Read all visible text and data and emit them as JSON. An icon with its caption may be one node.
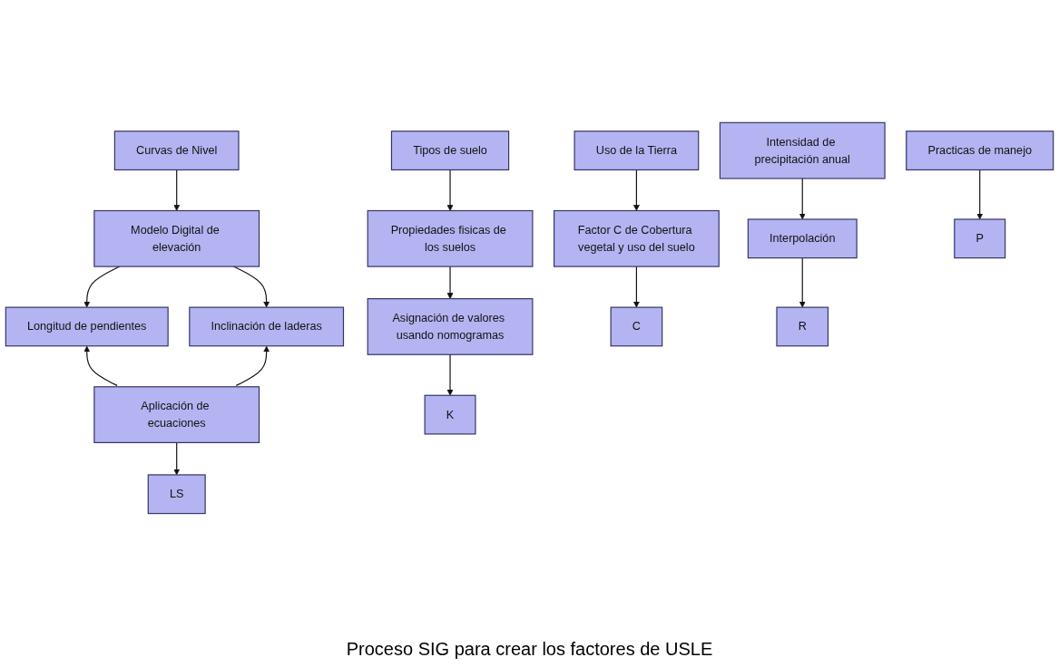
{
  "diagram": {
    "caption": "Proceso SIG para crear los factores de USLE",
    "nodes": [
      {
        "text": [
          "Curvas de Nivel"
        ]
      },
      {
        "text": [
          "Tipos de suelo"
        ]
      },
      {
        "text": [
          "Uso de la Tierra"
        ]
      },
      {
        "text": [
          "Intensidad de precipitación anual"
        ]
      },
      {
        "text": [
          "Practicas de manejo"
        ]
      },
      {
        "text": [
          "Modelo Digital de elevación"
        ]
      },
      {
        "text": [
          "Propiedades fisicas de los suelos"
        ]
      },
      {
        "text": [
          "Longitud de pendientes"
        ]
      },
      {
        "text": [
          "Inclinación de laderas"
        ]
      },
      {
        "text": [
          "Factor C de Cobertura vegetal y uso del suelo"
        ]
      },
      {
        "text": [
          "Interpolación"
        ]
      },
      {
        "text": [
          "Aplicación de ecuaciones"
        ]
      },
      {
        "text": [
          "Asignación de valores usando nomogramas"
        ]
      },
      {
        "text": [
          "LS"
        ]
      },
      {
        "text": [
          "K"
        ]
      },
      {
        "text": [
          "C"
        ]
      },
      {
        "text": [
          "R"
        ]
      },
      {
        "text": [
          "P"
        ]
      }
    ],
    "edges": [
      {
        "from": 0,
        "to": 5,
        "arrow": "to"
      },
      {
        "from": 1,
        "to": 6,
        "arrow": "to"
      },
      {
        "from": 5,
        "to": 7,
        "arrow": "to"
      },
      {
        "from": 5,
        "to": 8,
        "arrow": "to"
      },
      {
        "from": 11,
        "to": 7,
        "arrow": "to"
      },
      {
        "from": 11,
        "to": 8,
        "arrow": "to"
      },
      {
        "from": 6,
        "to": 12,
        "arrow": "to"
      },
      {
        "from": 2,
        "to": 9,
        "arrow": "to"
      },
      {
        "from": 3,
        "to": 10,
        "arrow": "to"
      },
      {
        "from": 11,
        "to": 13,
        "arrow": "to"
      },
      {
        "from": 12,
        "to": 14,
        "arrow": "to"
      },
      {
        "from": 9,
        "to": 15,
        "arrow": "to"
      },
      {
        "from": 10,
        "to": 16,
        "arrow": "to"
      },
      {
        "from": 4,
        "to": 17,
        "arrow": "to"
      }
    ]
  }
}
